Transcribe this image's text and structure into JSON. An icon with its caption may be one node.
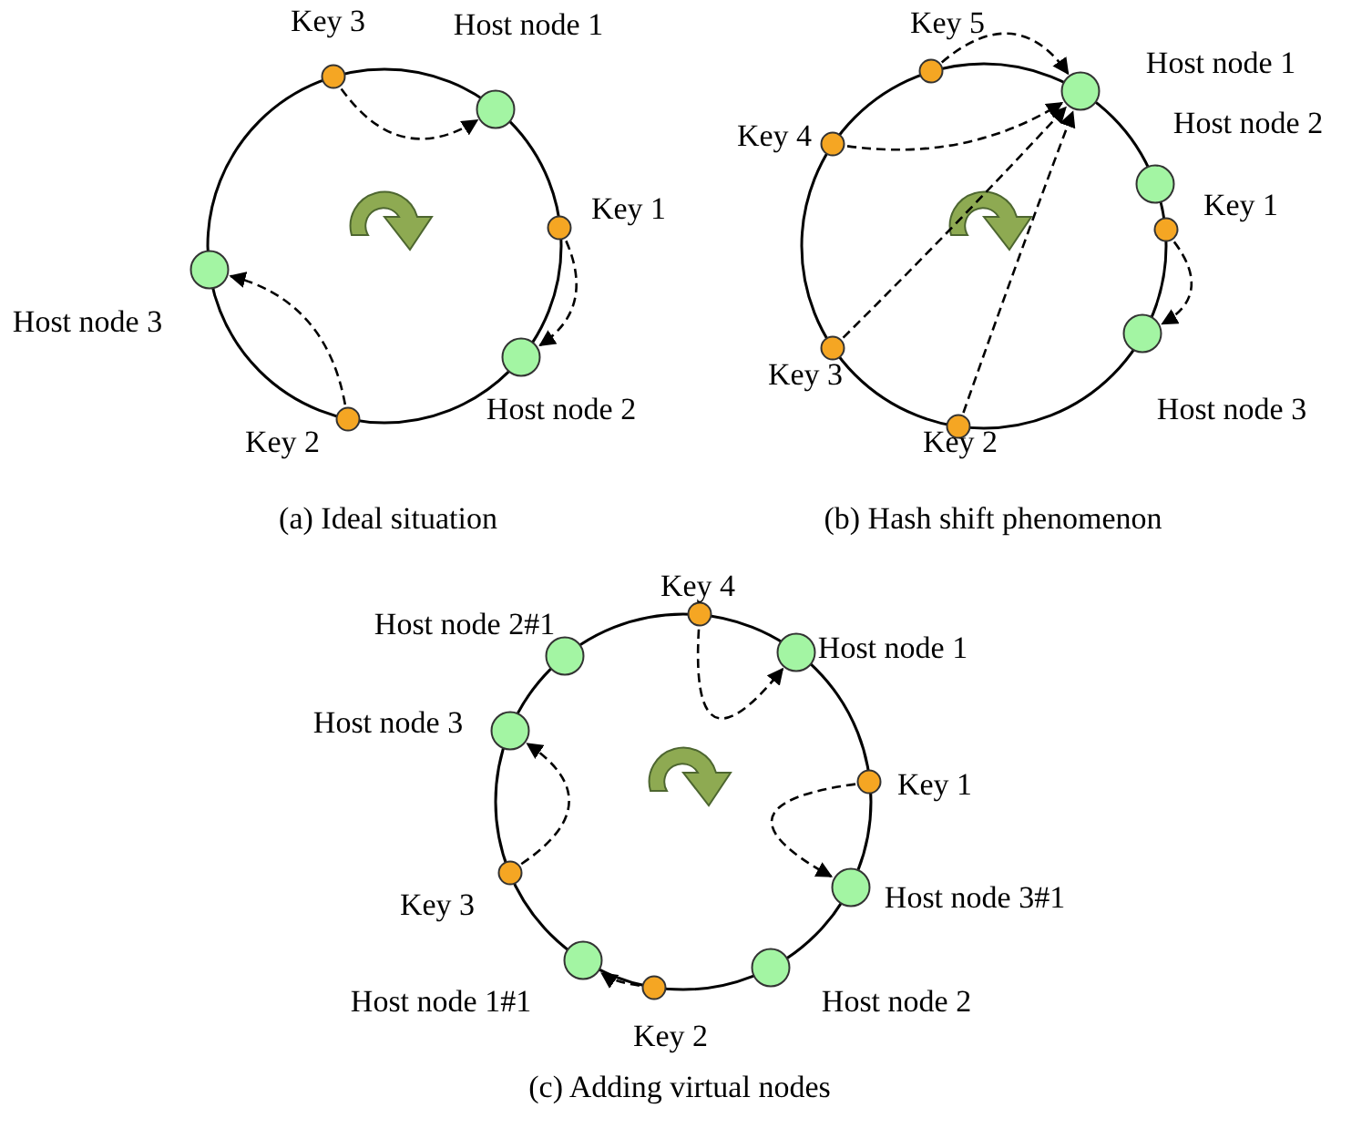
{
  "diagram": {
    "nodes": [
      {
        "text": [],
        "shape": "circle",
        "beside": [
          "Key 3"
        ]
      },
      {
        "text": [],
        "shape": "circle",
        "beside": [
          "Host node 1"
        ]
      },
      {
        "text": [],
        "shape": "circle",
        "beside": [
          "Key 1"
        ]
      },
      {
        "text": [],
        "shape": "circle",
        "beside": [
          "Host node 3"
        ]
      },
      {
        "text": [],
        "shape": "circle",
        "beside": [
          "Host node 2"
        ]
      },
      {
        "text": [],
        "shape": "circle",
        "beside": [
          "Key 2"
        ]
      },
      {
        "text": [],
        "shape": "circle",
        "beside": [
          "Key 5"
        ]
      },
      {
        "text": [],
        "shape": "circle",
        "beside": [
          "Host node 1"
        ]
      },
      {
        "text": [],
        "shape": "circle",
        "beside": [
          "Key 4"
        ]
      },
      {
        "text": [],
        "shape": "circle",
        "beside": [
          "Host node 2"
        ]
      },
      {
        "text": [],
        "shape": "circle",
        "beside": [
          "Key 1"
        ]
      },
      {
        "text": [],
        "shape": "circle",
        "beside": [
          "Key 3"
        ]
      },
      {
        "text": [],
        "shape": "circle",
        "beside": [
          "Host node 3"
        ]
      },
      {
        "text": [],
        "shape": "circle",
        "beside": [
          "Key 2"
        ]
      },
      {
        "text": [],
        "shape": "circle",
        "beside": [
          "Host node 2#1"
        ]
      },
      {
        "text": [],
        "shape": "circle",
        "beside": [
          "Key 4"
        ]
      },
      {
        "text": [],
        "shape": "circle",
        "beside": [
          "Host node 1"
        ]
      },
      {
        "text": [],
        "shape": "circle",
        "beside": [
          "Host node 3"
        ]
      },
      {
        "text": [],
        "shape": "circle",
        "beside": [
          "Key 1"
        ]
      },
      {
        "text": [],
        "shape": "circle",
        "beside": [
          "Host node 3#1"
        ]
      },
      {
        "text": [],
        "shape": "circle",
        "beside": [
          "Key 3"
        ]
      },
      {
        "text": [],
        "shape": "circle",
        "beside": [
          "Host node 1#1"
        ]
      },
      {
        "text": [],
        "shape": "circle",
        "beside": [
          "Key 2"
        ]
      },
      {
        "text": [],
        "shape": "circle",
        "beside": [
          "Host node 2"
        ]
      }
    ],
    "edges": [
      {
        "from": 0,
        "to": 1,
        "arrow": "to",
        "style": "dashed"
      },
      {
        "from": 2,
        "to": 4,
        "arrow": "to",
        "style": "dashed"
      },
      {
        "from": 5,
        "to": 3,
        "arrow": "to",
        "style": "dashed"
      },
      {
        "from": 6,
        "to": 7,
        "arrow": "to",
        "style": "dashed"
      },
      {
        "from": 8,
        "to": 7,
        "arrow": "to",
        "style": "dashed"
      },
      {
        "from": 11,
        "to": 7,
        "arrow": "to",
        "style": "dashed"
      },
      {
        "from": 13,
        "to": 7,
        "arrow": "to",
        "style": "dashed"
      },
      {
        "from": 10,
        "to": 12,
        "arrow": "to",
        "style": "dashed"
      },
      {
        "from": 15,
        "to": 16,
        "arrow": "to",
        "style": "dashed"
      },
      {
        "from": 18,
        "to": 19,
        "arrow": "to",
        "style": "dashed"
      },
      {
        "from": 22,
        "to": 21,
        "arrow": "to",
        "style": "dashed"
      },
      {
        "from": 20,
        "to": 17,
        "arrow": "to",
        "style": "dashed"
      }
    ],
    "labels": [
      "(a) Ideal situation",
      "(b) Hash shift phenomenon",
      "(c) Adding virtual nodes"
    ]
  }
}
